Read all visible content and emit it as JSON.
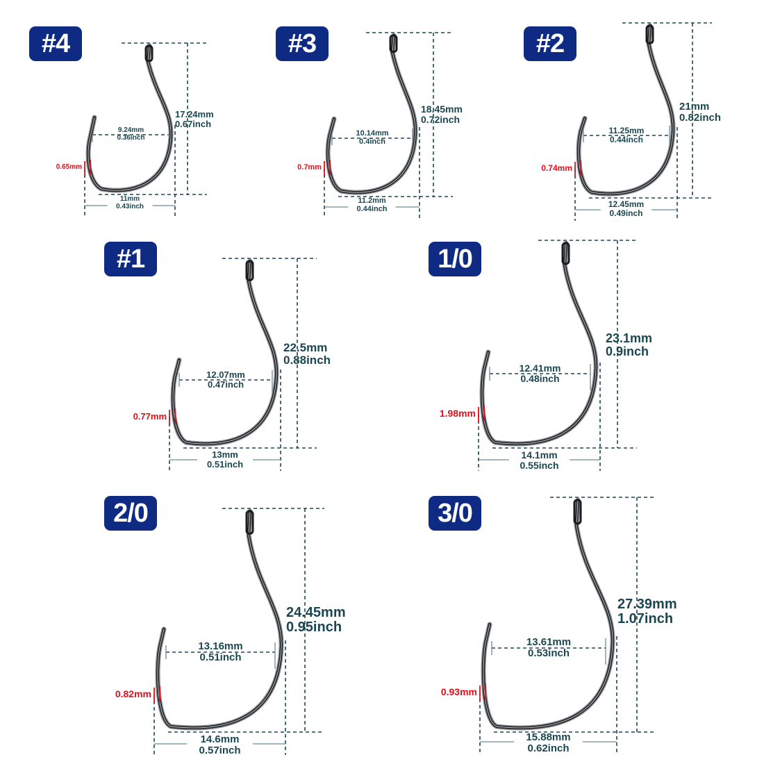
{
  "colors": {
    "badge_bg": "#0f2a82",
    "badge_text": "#ffffff",
    "dimension_text": "#1a4652",
    "wire_thickness_text": "#e0101a",
    "dimension_line": "#1a4652"
  },
  "hooks": [
    {
      "size": "#4",
      "length_mm": "17.24mm",
      "length_in": "0.67inch",
      "gap_mm": "9.24mm",
      "gap_in": "0.36inch",
      "width_mm": "11mm",
      "width_in": "0.43inch",
      "wire": "0.65mm"
    },
    {
      "size": "#3",
      "length_mm": "18.45mm",
      "length_in": "0.72inch",
      "gap_mm": "10.14mm",
      "gap_in": "0.4inch",
      "width_mm": "11.2mm",
      "width_in": "0.44inch",
      "wire": "0.7mm"
    },
    {
      "size": "#2",
      "length_mm": "21mm",
      "length_in": "0.82inch",
      "gap_mm": "11.25mm",
      "gap_in": "0.44inch",
      "width_mm": "12.45mm",
      "width_in": "0.49inch",
      "wire": "0.74mm"
    },
    {
      "size": "#1",
      "length_mm": "22.5mm",
      "length_in": "0.88inch",
      "gap_mm": "12.07mm",
      "gap_in": "0.47inch",
      "width_mm": "13mm",
      "width_in": "0.51inch",
      "wire": "0.77mm"
    },
    {
      "size": "1/0",
      "length_mm": "23.1mm",
      "length_in": "0.9inch",
      "gap_mm": "12.41mm",
      "gap_in": "0.48inch",
      "width_mm": "14.1mm",
      "width_in": "0.55inch",
      "wire": "1.98mm"
    },
    {
      "size": "2/0",
      "length_mm": "24.45mm",
      "length_in": "0.95inch",
      "gap_mm": "13.16mm",
      "gap_in": "0.51inch",
      "width_mm": "14.6mm",
      "width_in": "0.57inch",
      "wire": "0.82mm"
    },
    {
      "size": "3/0",
      "length_mm": "27.39mm",
      "length_in": "1.07inch",
      "gap_mm": "13.61mm",
      "gap_in": "0.53inch",
      "width_mm": "15.88mm",
      "width_in": "0.62inch",
      "wire": "0.93mm"
    }
  ]
}
